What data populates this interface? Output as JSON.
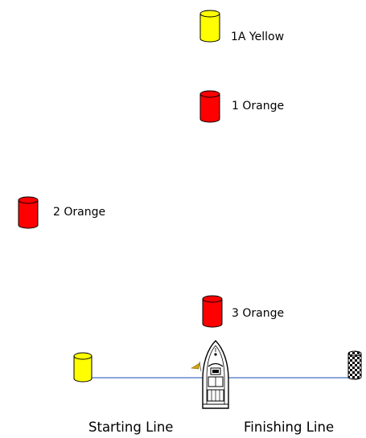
{
  "marks": [
    {
      "id": "mark-1a",
      "label": "1A Yellow",
      "color": "yellow"
    },
    {
      "id": "mark-1",
      "label": "1 Orange",
      "color": "red"
    },
    {
      "id": "mark-2",
      "label": "2 Orange",
      "color": "red"
    },
    {
      "id": "mark-3",
      "label": "3 Orange",
      "color": "red"
    }
  ],
  "lines": {
    "starting_label": "Starting Line",
    "finishing_label": "Finishing Line"
  },
  "colors": {
    "yellow_fill": "#ffff00",
    "red_fill": "#ff0000",
    "outline": "#000000",
    "line": "#4472c4",
    "boat_hull": "#ffffff",
    "flag": "#d4a017"
  },
  "icons": {
    "start_buoy": "yellow-buoy-icon",
    "finish_buoy": "checkered-buoy-icon",
    "boat": "motorboat-icon"
  }
}
